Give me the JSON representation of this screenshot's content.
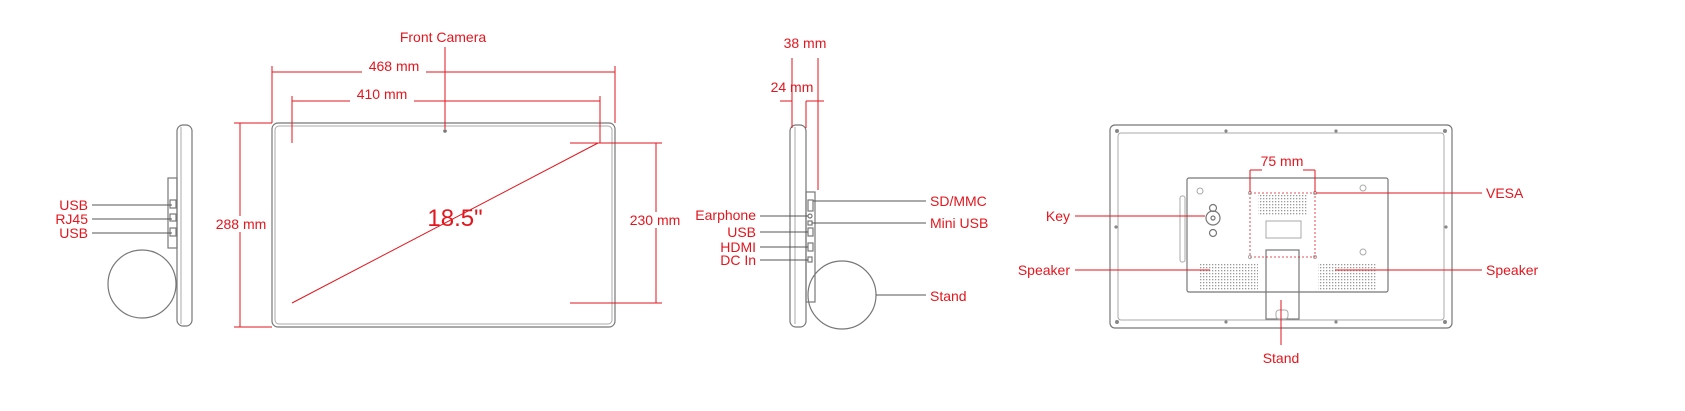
{
  "labels": {
    "front_camera": "Front Camera",
    "width_outer": "468 mm",
    "width_screen": "410 mm",
    "height_outer": "288 mm",
    "height_screen": "230 mm",
    "diagonal": "18.5\"",
    "depth_total": "38 mm",
    "depth_body": "24 mm",
    "vesa_spacing": "75 mm"
  },
  "left_side_ports": [
    "USB",
    "RJ45",
    "USB"
  ],
  "right_side_ports_left": [
    "Earphone",
    "USB",
    "HDMI",
    "DC In"
  ],
  "right_side_ports_right": [
    "SD/MMC",
    "Mini USB"
  ],
  "right_side_stand": "Stand",
  "back": {
    "key": "Key",
    "speaker_left": "Speaker",
    "speaker_right": "Speaker",
    "vesa": "VESA",
    "stand": "Stand"
  },
  "colors": {
    "annotation": "#e3161e",
    "outline": "#777777"
  }
}
